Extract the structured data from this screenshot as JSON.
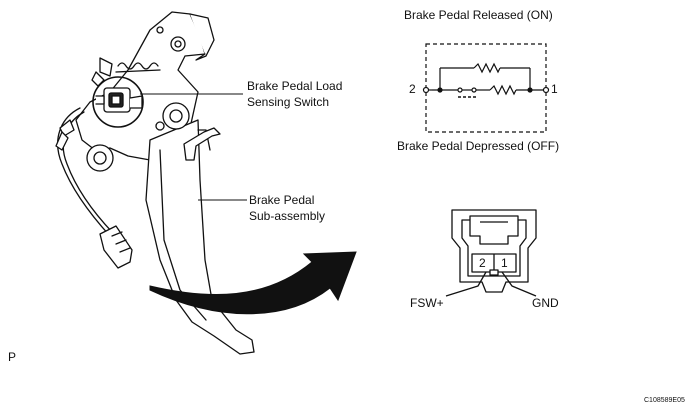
{
  "labels": {
    "load_switch_line1": "Brake Pedal Load",
    "load_switch_line2": "Sensing Switch",
    "pedal_line1": "Brake Pedal",
    "pedal_line2": "Sub-assembly",
    "released": "Brake Pedal Released (ON)",
    "depressed": "Brake Pedal Depressed (OFF)",
    "terminal_2": "2",
    "terminal_1": "1",
    "pin_2": "2",
    "pin_1": "1",
    "fsw": "FSW+",
    "gnd": "GND",
    "corner_p": "P",
    "figure_code": "C108589E05"
  },
  "icons": [
    "brake-pedal-assembly-drawing",
    "load-sensing-switch-drawing",
    "switch-schematic",
    "connector-front-view",
    "pointer-arrow"
  ]
}
